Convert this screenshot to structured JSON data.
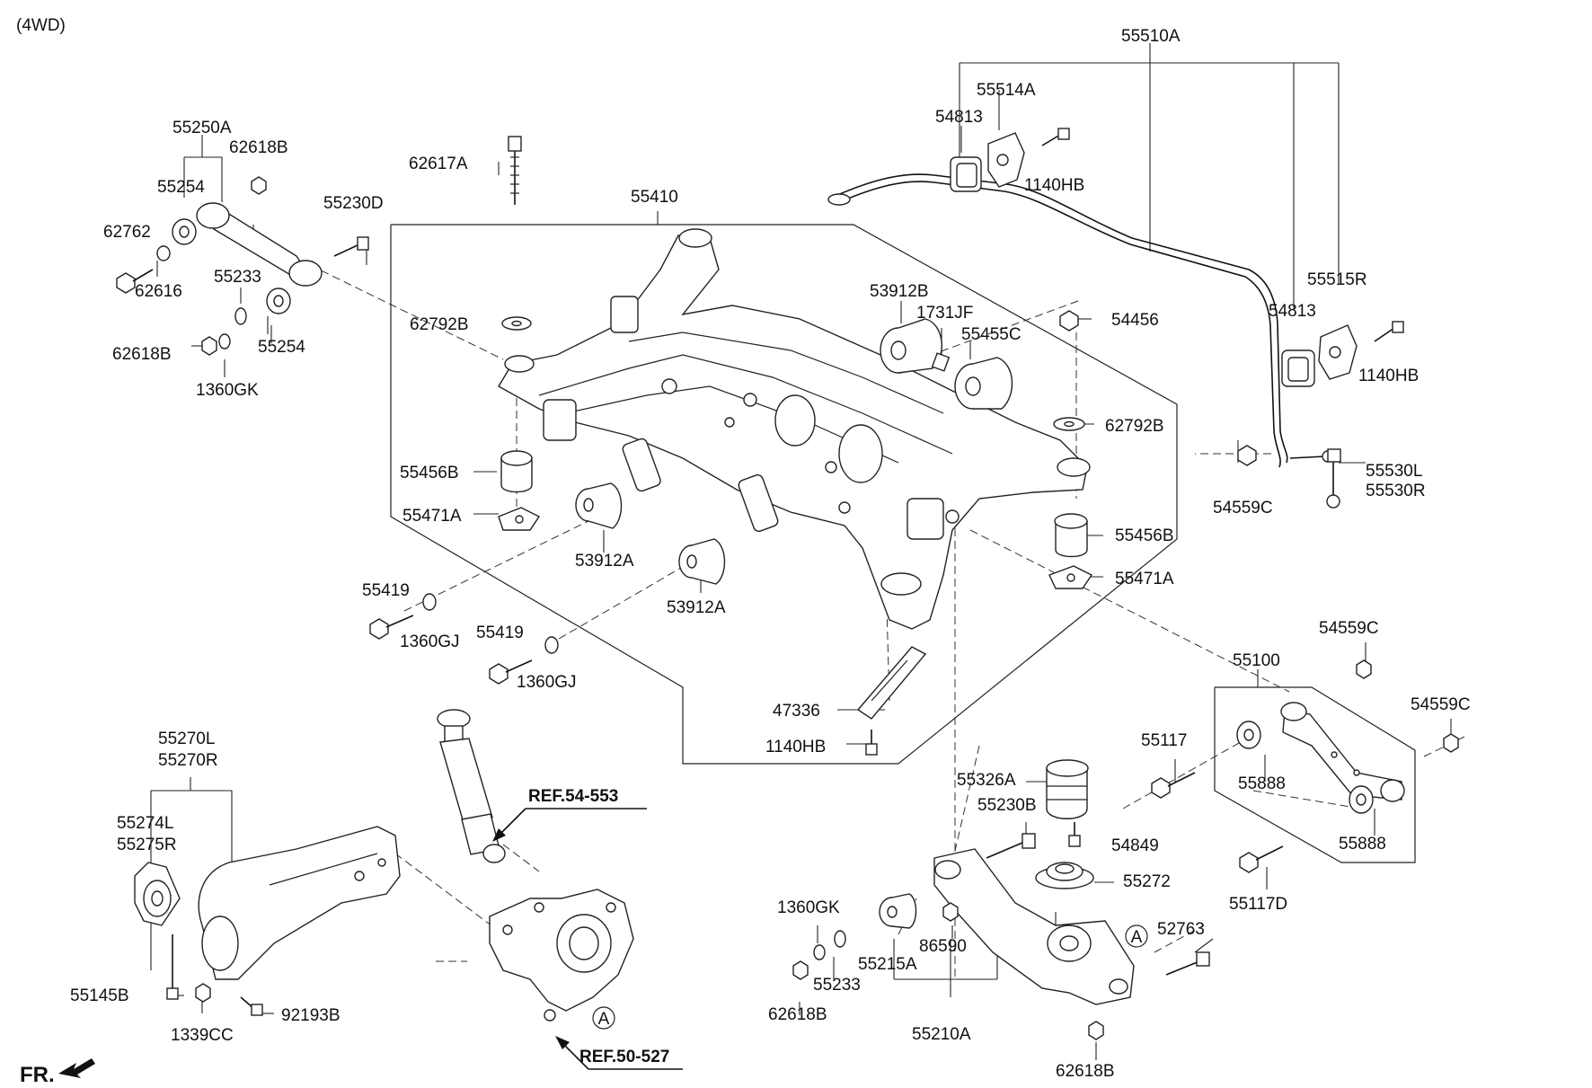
{
  "diagram": {
    "variant": "(4WD)",
    "direction_label": "FR.",
    "refs": [
      "REF.54-553",
      "REF.50-527"
    ],
    "circle_marker": "A",
    "part_labels": [
      "55510A",
      "55514A",
      "54813",
      "1140HB",
      "55250A",
      "62618B",
      "55254",
      "55230D",
      "62762",
      "62616",
      "55233",
      "55254",
      "62618B",
      "1360GK",
      "62617A",
      "55410",
      "53912B",
      "1731JF",
      "55455C",
      "54456",
      "62792B",
      "62792B",
      "55456B",
      "55471A",
      "53912A",
      "53912A",
      "55456B",
      "55471A",
      "55419",
      "1360GJ",
      "55419",
      "1360GJ",
      "47336",
      "1140HB",
      "55515R",
      "54813",
      "1140HB",
      "55530L",
      "55530R",
      "54559C",
      "54559C",
      "55100",
      "54559C",
      "55117",
      "55888",
      "55888",
      "55117D",
      "55326A",
      "55230B",
      "54849",
      "55272",
      "52763",
      "62618B",
      "1360GK",
      "86590",
      "55215A",
      "55233",
      "62618B",
      "55210A",
      "55270L",
      "55270R",
      "55274L",
      "55275R",
      "55145B",
      "1339CC",
      "92193B"
    ]
  }
}
